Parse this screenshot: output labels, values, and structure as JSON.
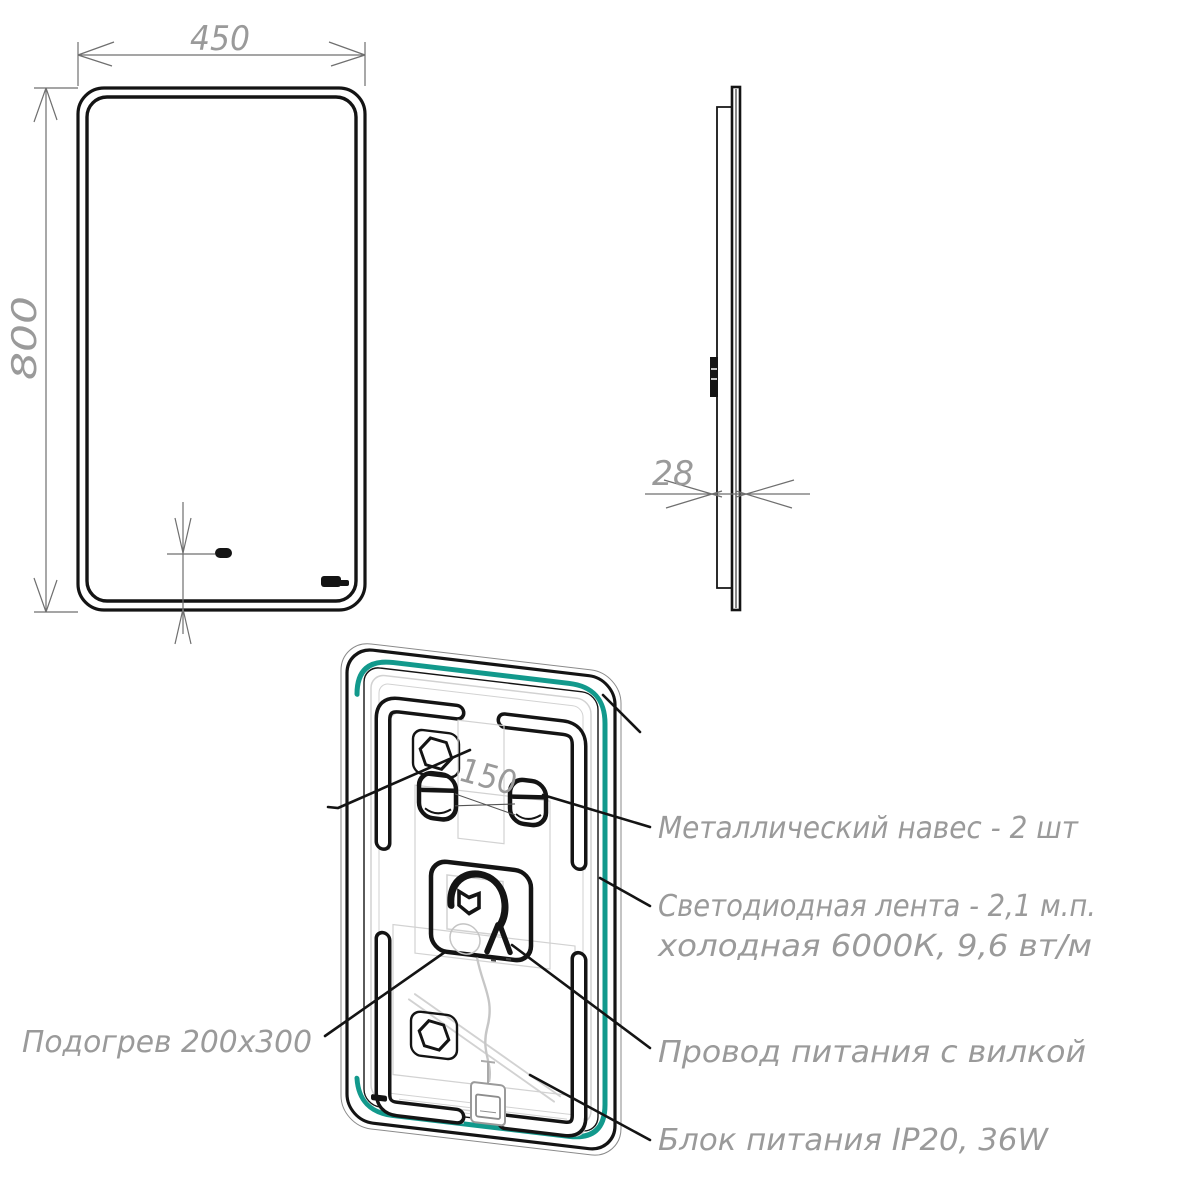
{
  "dims": {
    "width": "450",
    "height": "800",
    "thickness": "28",
    "hanger_spacing": "150"
  },
  "ann": {
    "hanger": "Металлический навес - 2 шт",
    "led_line1": "Светодиодная лента - 2,1 м.п.",
    "led_line2": "холодная 6000К, 9,6 вт/м",
    "power_cord": "Провод питания с вилкой",
    "power_supply": "Блок питания IP20, 36W",
    "heating": "Подогрев 200х300"
  },
  "colors": {
    "led_strip": "#12998c",
    "mirror_glass": "#c9c9c9"
  }
}
